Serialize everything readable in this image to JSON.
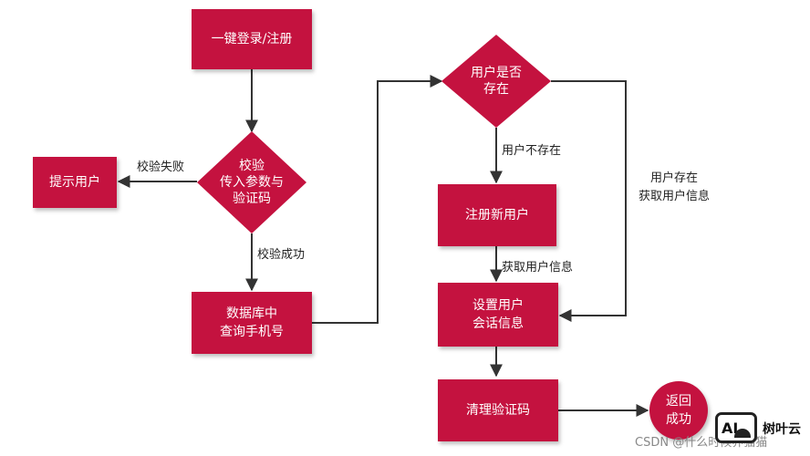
{
  "nodes": {
    "login": "一键登录/注册",
    "validate": "校验\n传入参数与\n验证码",
    "prompt_user": "提示用户",
    "query_db": "数据库中\n查询手机号",
    "user_exists_q": "用户是否\n存在",
    "register_user": "注册新用户",
    "set_session": "设置用户\n会话信息",
    "clear_code": "清理验证码",
    "return_success": "返回\n成功"
  },
  "edge_labels": {
    "validate_fail": "校验失败",
    "validate_success": "校验成功",
    "user_not_exist": "用户不存在",
    "user_exists": "用户存在\n获取用户信息",
    "get_user_info": "获取用户信息"
  },
  "watermark": "CSDN @什么时候养猫猫",
  "logo": {
    "mark": "AI",
    "text": "树叶云"
  },
  "colors": {
    "node_fill": "#c4123f",
    "line": "#333333"
  }
}
